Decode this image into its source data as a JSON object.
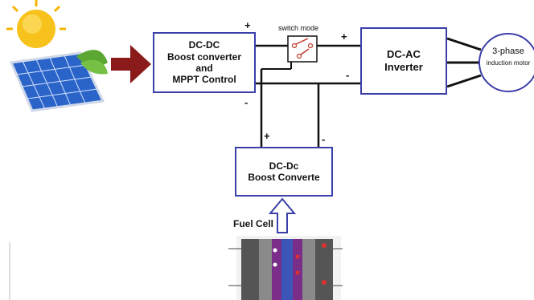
{
  "blocks": {
    "dcdc_boost_mppt": {
      "line1": "DC-DC",
      "line2": "Boost converter",
      "line3": "and",
      "line4": "MPPT Control"
    },
    "dcac_inverter": {
      "line1": "DC-AC",
      "line2": "Inverter"
    },
    "dcdc_boost_fc": {
      "line1": "DC-Dc",
      "line2": "Boost Converte"
    },
    "motor": {
      "line1": "3-phase",
      "line2": "induction motor"
    }
  },
  "labels": {
    "switch_mode": "switch mode",
    "fuel_cell": "Fuel Cell"
  },
  "signs": {
    "dcdc_top_plus": "+",
    "dcdc_bottom_minus": "-",
    "inverter_plus": "+",
    "inverter_minus": "-",
    "fc_plus": "+",
    "fc_minus": "-"
  },
  "colors": {
    "block_border": "#3b3fa8",
    "arrow": "#8b1a1a",
    "wire": "#111111"
  }
}
